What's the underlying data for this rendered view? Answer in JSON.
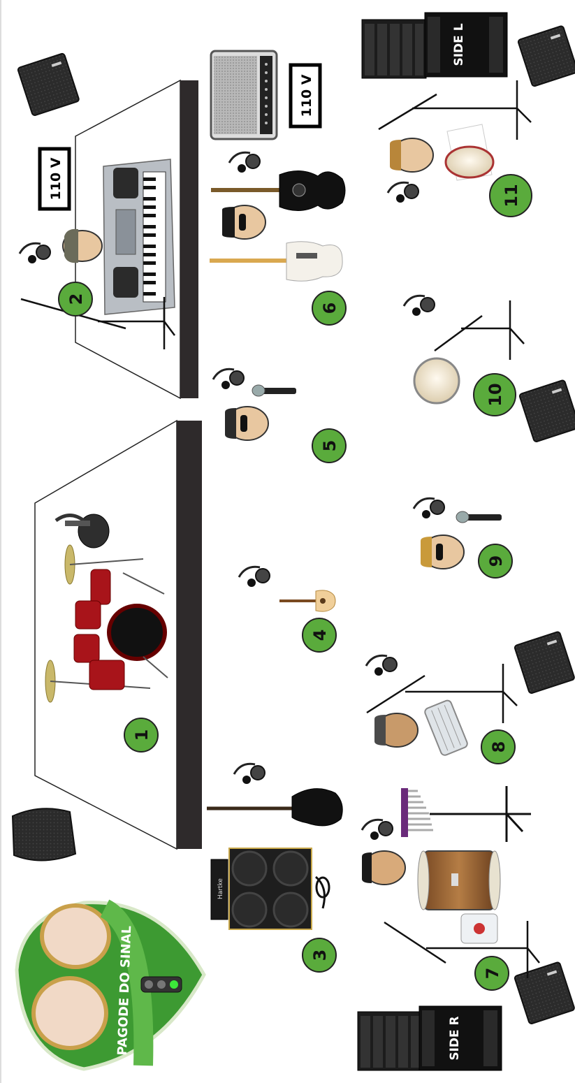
{
  "logo": {
    "text": "PAGODE DO SINAL"
  },
  "power_labels": [
    "110 V",
    "110 V"
  ],
  "side_fills": {
    "left": "SIDE L",
    "right": "SIDE R"
  },
  "positions": [
    "1",
    "2",
    "3",
    "4",
    "5",
    "6",
    "7",
    "8",
    "9",
    "10",
    "11"
  ],
  "amp_brand": "Hartke",
  "colors": {
    "badge": "#5aab3c",
    "riser": "#2e2a2b",
    "logo_green": "#3d9a32"
  }
}
